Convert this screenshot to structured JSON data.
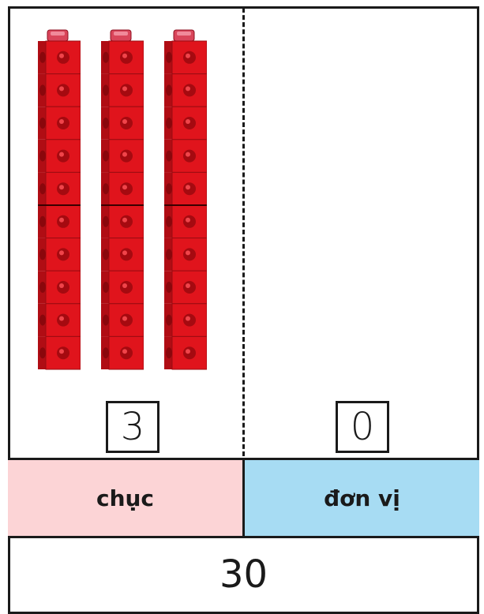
{
  "columns": {
    "tens": {
      "label": "chục",
      "digit": "3",
      "color": "#fcd4d6",
      "rods": 3
    },
    "ones": {
      "label": "đơn vị",
      "digit": "0",
      "color": "#a7dcf3",
      "units": 0
    }
  },
  "cube_color": "#e0141c",
  "number": "30"
}
